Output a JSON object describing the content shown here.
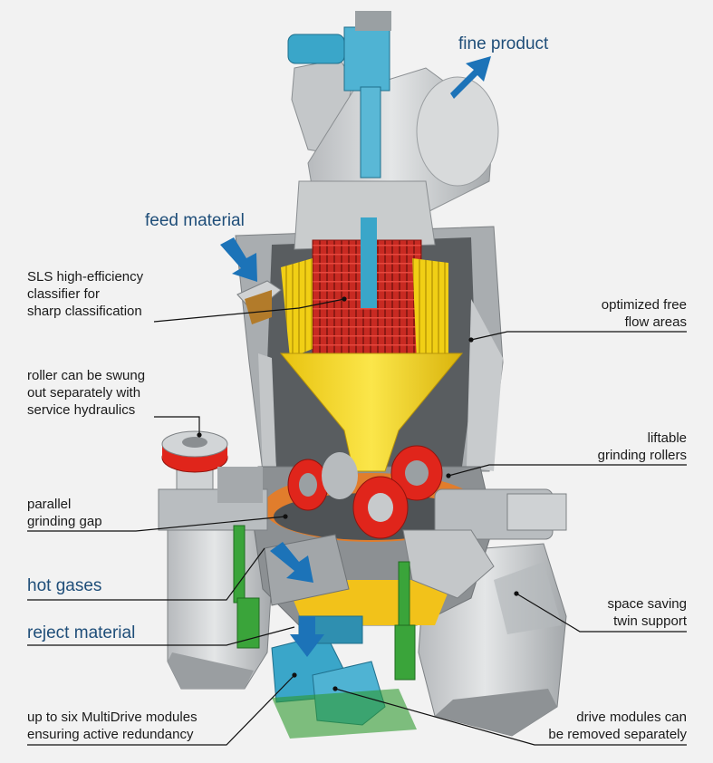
{
  "labels": {
    "fine_product": "fine product",
    "feed_material": "feed material",
    "classifier": [
      "SLS high-efficiency",
      "classifier for",
      "sharp classification"
    ],
    "free_flow": [
      "optimized free",
      "flow areas"
    ],
    "roller_swung": [
      "roller can be swung",
      "out separately with",
      "service hydraulics"
    ],
    "liftable": [
      "liftable",
      "grinding rollers"
    ],
    "grinding_gap": [
      "parallel",
      "grinding gap"
    ],
    "hot_gases": "hot gases",
    "reject_material": "reject material",
    "twin_support": [
      "space saving",
      "twin support"
    ],
    "multidrive": [
      "up to six MultiDrive modules",
      "ensuring active redundancy"
    ],
    "drive_modules": [
      "drive modules can",
      "be removed separately"
    ]
  },
  "colors": {
    "background": "#f2f2f2",
    "steel": "#c9ccce",
    "steel_dark": "#8f9396",
    "classifier_red": "#d9322a",
    "cone_yellow": "#f2d21a",
    "roller_red": "#e0251b",
    "motor_blue": "#3aa6c9",
    "hydraulic_green": "#3aa43a",
    "arrow_blue": "#1c73b8",
    "label_blue": "#1f4e79"
  }
}
